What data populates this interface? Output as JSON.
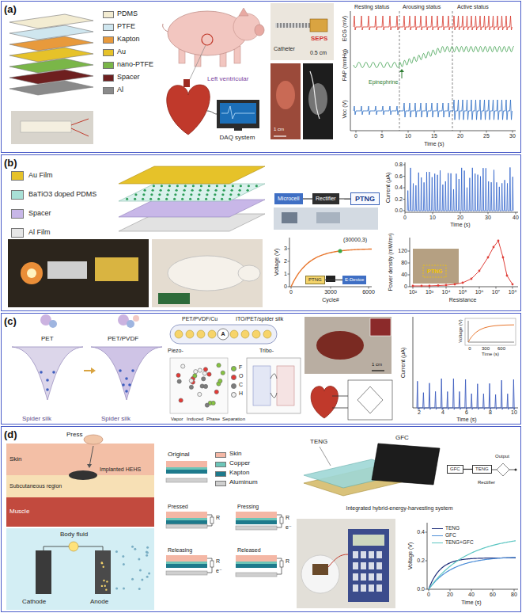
{
  "diagram": {
    "nodes": [
      {
        "text": [
          "(a)"
        ]
      },
      {
        "text": [
          "(b)"
        ]
      },
      {
        "text": [
          "(c)"
        ]
      },
      {
        "text": [
          "(d)"
        ]
      },
      {
        "text": [
          "PTNG"
        ],
        "in": 1
      },
      {
        "text": [
          "Microcell"
        ],
        "in": 1
      },
      {
        "text": [
          "Rectifier"
        ],
        "in": 1
      },
      {
        "text": [
          "PTNG"
        ],
        "in": 1
      },
      {
        "text": [
          "E-Device"
        ],
        "in": 1
      },
      {
        "text": [
          "GFC"
        ],
        "in": 3
      },
      {
        "text": [
          "TENG"
        ],
        "in": 3
      }
    ],
    "edges": [
      {
        "from": 5,
        "to": 6,
        "arrow": "none"
      },
      {
        "from": 6,
        "to": 4,
        "arrow": "none"
      },
      {
        "from": 7,
        "to": 8,
        "arrow": "none"
      },
      {
        "from": 9,
        "to": 10,
        "arrow": "none"
      }
    ],
    "labels": [
      "Left ventricular",
      "DAQ system",
      "Catheter",
      "SEPS",
      "0.5 cm",
      "1 cm",
      "Resting status",
      "Arousing status",
      "Active status",
      "ECG (mV)",
      "FAP (mmHg)",
      "Voc (V)",
      "Epinephrine",
      "0",
      "5",
      "10",
      "15",
      "20",
      "25",
      "30",
      "Time (s)",
      "Current (μA)",
      "0.0",
      "0.2",
      "0.4",
      "0.6",
      "0.8",
      "0",
      "10",
      "20",
      "30",
      "40",
      "Time (s)",
      "Voltage (V)",
      "0",
      "1",
      "2",
      "3",
      "0",
      "3000",
      "6000",
      "Cycle#",
      "(30000,3)",
      "Power density (mW/m²)",
      "0",
      "40",
      "80",
      "120",
      "10²",
      "10³",
      "10⁴",
      "10⁵",
      "10⁶",
      "10⁷",
      "10⁸",
      "Resistance",
      "PTNG",
      "PET",
      "PET/PVDF",
      "Spider silk",
      "Spider silk",
      "PET/PVDF/Cu",
      "ITO/PET/spider silk",
      "Piezo-",
      "Tribo-",
      "Vapor",
      "Induced",
      "Phase",
      "Separation",
      "1 cm",
      "Current (μA)",
      "2",
      "4",
      "6",
      "8",
      "10",
      "Time (s)",
      "Voltage (V)",
      "Time (s)",
      "0",
      "300",
      "600",
      "Press",
      "Skin",
      "Implanted HEHS",
      "Subcutaneous region",
      "Muscle",
      "Body fluid",
      "Cathode",
      "Anode",
      "Original",
      "Pressed",
      "Pressing",
      "Releasing",
      "Released",
      "R",
      "R",
      "R",
      "R",
      "e⁻",
      "e⁻",
      "TENG",
      "GFC",
      "Integrated hybrid-energy-harvesting system",
      "Rectifier",
      "Output",
      "Voltage (V)",
      "0.0",
      "0.2",
      "0.4",
      "0",
      "20",
      "40",
      "60",
      "80",
      "Time (s)",
      "A"
    ],
    "legend": [
      {
        "text": "PDMS",
        "color": "#f3ecd2"
      },
      {
        "text": "PTFE",
        "color": "#cfe6ef"
      },
      {
        "text": "Kapton",
        "color": "#e89a3c"
      },
      {
        "text": "Au",
        "color": "#e6c229"
      },
      {
        "text": "nano-PTFE",
        "color": "#7ab648"
      },
      {
        "text": "Spacer",
        "color": "#6e1f1f"
      },
      {
        "text": "Al",
        "color": "#8a8a8a"
      },
      {
        "text": "Au Film",
        "color": "#e6c229"
      },
      {
        "text": "BaTiO3 doped PDMS",
        "color": "#a9e0d6"
      },
      {
        "text": "Spacer",
        "color": "#c8b7e8"
      },
      {
        "text": "Al Film",
        "color": "#e6e6e6"
      },
      {
        "text": "F",
        "color": "#86c440"
      },
      {
        "text": "O",
        "color": "#e53935"
      },
      {
        "text": "C",
        "color": "#7d7d7d"
      },
      {
        "text": "H",
        "color": "#f0f0f0"
      },
      {
        "text": "Skin",
        "color": "#f4b7a5"
      },
      {
        "text": "Copper",
        "color": "#6cc5b8"
      },
      {
        "text": "Kapton",
        "color": "#1d7a8c"
      },
      {
        "text": "Aluminum",
        "color": "#cfcfcf"
      },
      {
        "text": "TENG"
      },
      {
        "text": "GFC"
      },
      {
        "text": "TENG+GFC"
      }
    ]
  }
}
